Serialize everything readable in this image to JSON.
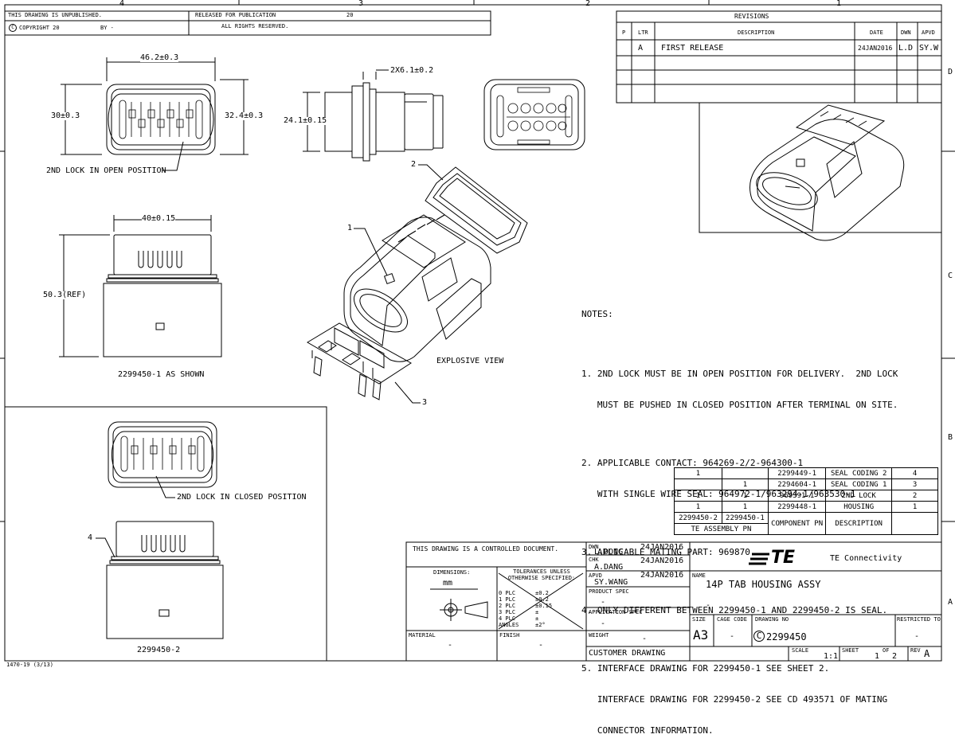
{
  "header": {
    "zones_top": [
      "4",
      "3",
      "2",
      "1"
    ],
    "zones_right": [
      "D",
      "C",
      "B",
      "A"
    ],
    "unpublished": "THIS DRAWING IS UNPUBLISHED.",
    "released": "RELEASED FOR PUBLICATION",
    "released_year": "20",
    "copyright_symbol": "C",
    "copyright": "COPYRIGHT 20",
    "by": "BY -",
    "rights": "ALL RIGHTS RESERVED."
  },
  "revisions": {
    "title": "REVISIONS",
    "headers": [
      "P",
      "LTR",
      "DESCRIPTION",
      "DATE",
      "DWN",
      "APVD"
    ],
    "rows": [
      {
        "ltr": "A",
        "desc": "FIRST RELEASE",
        "date": "24JAN2016",
        "dwn": "L.D",
        "apvd": "SY.W"
      }
    ]
  },
  "dims": {
    "top_width": "46.2±0.3",
    "left_height": "30±0.3",
    "right_height": "32.4±0.3",
    "lock_open": "2ND LOCK IN OPEN POSITION",
    "side_width": "2X6.1±0.2",
    "side_height": "24.1±0.15",
    "front_width": "40±0.15",
    "front_height": "50.3(REF)",
    "caption1": "2299450-1 AS SHOWN",
    "lock_closed": "2ND LOCK IN CLOSED POSITION",
    "caption2": "2299450-2",
    "explode_label": "EXPLOSIVE VIEW",
    "callouts": [
      "1",
      "2",
      "3",
      "4"
    ]
  },
  "notes": {
    "title": "NOTES:",
    "lines": [
      "1. 2ND LOCK MUST BE IN OPEN POSITION FOR DELIVERY.  2ND LOCK",
      "   MUST BE PUSHED IN CLOSED POSITION AFTER TERMINAL ON SITE.",
      "2. APPLICABLE CONTACT: 964269-2/2-964300-1",
      "   WITH SINGLE WIRE SEAL: 964972-1/963294-1/963530-1",
      "3. APLICABLE MATING PART: 969870",
      "4. ONLY DIFFERENT BETWEEN 2299450-1 AND 2299450-2 IS SEAL.",
      "5. INTERFACE DRAWING FOR 2299450-1 SEE SHEET 2.",
      "   INTERFACE DRAWING FOR 2299450-2 SEE CD 493571 OF MATING",
      "   CONNECTOR INFORMATION."
    ]
  },
  "bom": {
    "rows": [
      [
        "1",
        "",
        "2299449-1",
        "SEAL CODING 2",
        "4"
      ],
      [
        "",
        "1",
        "2294604-1",
        "SEAL CODING 1",
        "3"
      ],
      [
        "1",
        "1",
        "969391-1",
        "2ND LOCK",
        "2"
      ],
      [
        "1",
        "1",
        "2299448-1",
        "HOUSING",
        "1"
      ]
    ],
    "asm_pn": [
      "2299450-2",
      "2299450-1"
    ],
    "asm_label": "TE ASSEMBLY PN",
    "component_pn": "COMPONENT PN",
    "description": "DESCRIPTION"
  },
  "titleblock": {
    "controlled": "THIS DRAWING IS A CONTROLLED DOCUMENT.",
    "dimensions_label": "DIMENSIONS:",
    "dimensions_unit": "mm",
    "tolerance_title": "TOLERANCES UNLESS\nOTHERWISE SPECIFIED:",
    "tol_rows": [
      {
        "plc": "0 PLC",
        "val": "±0.2"
      },
      {
        "plc": "1 PLC",
        "val": "±0.2"
      },
      {
        "plc": "2 PLC",
        "val": "±0.15"
      },
      {
        "plc": "3 PLC",
        "val": "±"
      },
      {
        "plc": "4 PLC",
        "val": "±"
      },
      {
        "plc": "ANGLES",
        "val": "±2°"
      }
    ],
    "material_label": "MATERIAL",
    "material_val": "-",
    "finish_label": "FINISH",
    "finish_val": "-",
    "dwn_label": "DWN",
    "dwn_name": "L.DONG",
    "dwn_date": "24JAN2016",
    "chk_label": "CHK",
    "chk_name": "A.DANG",
    "chk_date": "24JAN2016",
    "apvd_label": "APVD",
    "apvd_name": "SY.WANG",
    "apvd_date": "24JAN2016",
    "product_spec_label": "PRODUCT SPEC",
    "product_spec_val": "-",
    "application_spec_label": "APPLICATION SPEC",
    "application_spec_val": "-",
    "weight_label": "WEIGHT",
    "weight_val": "-",
    "customer_drawing": "CUSTOMER DRAWING",
    "logo": "TE",
    "company": "TE Connectivity",
    "name_label": "NAME",
    "name_val": "14P TAB HOUSING ASSY",
    "name_dash": "-",
    "size_label": "SIZE",
    "size_val": "A3",
    "cage_label": "CAGE CODE",
    "cage_val": "-",
    "dwgno_label": "DRAWING NO",
    "dwgno_prefix": "C",
    "dwgno_val": "2299450",
    "restricted_label": "RESTRICTED TO",
    "restricted_val": "-",
    "scale_label": "SCALE",
    "scale_val": "1:1",
    "sheet_label": "SHEET",
    "sheet_val": "1",
    "of_label": "OF",
    "of_val": "2",
    "rev_label": "REV",
    "rev_val": "A"
  },
  "footer_code": "1470-19 (3/13)"
}
